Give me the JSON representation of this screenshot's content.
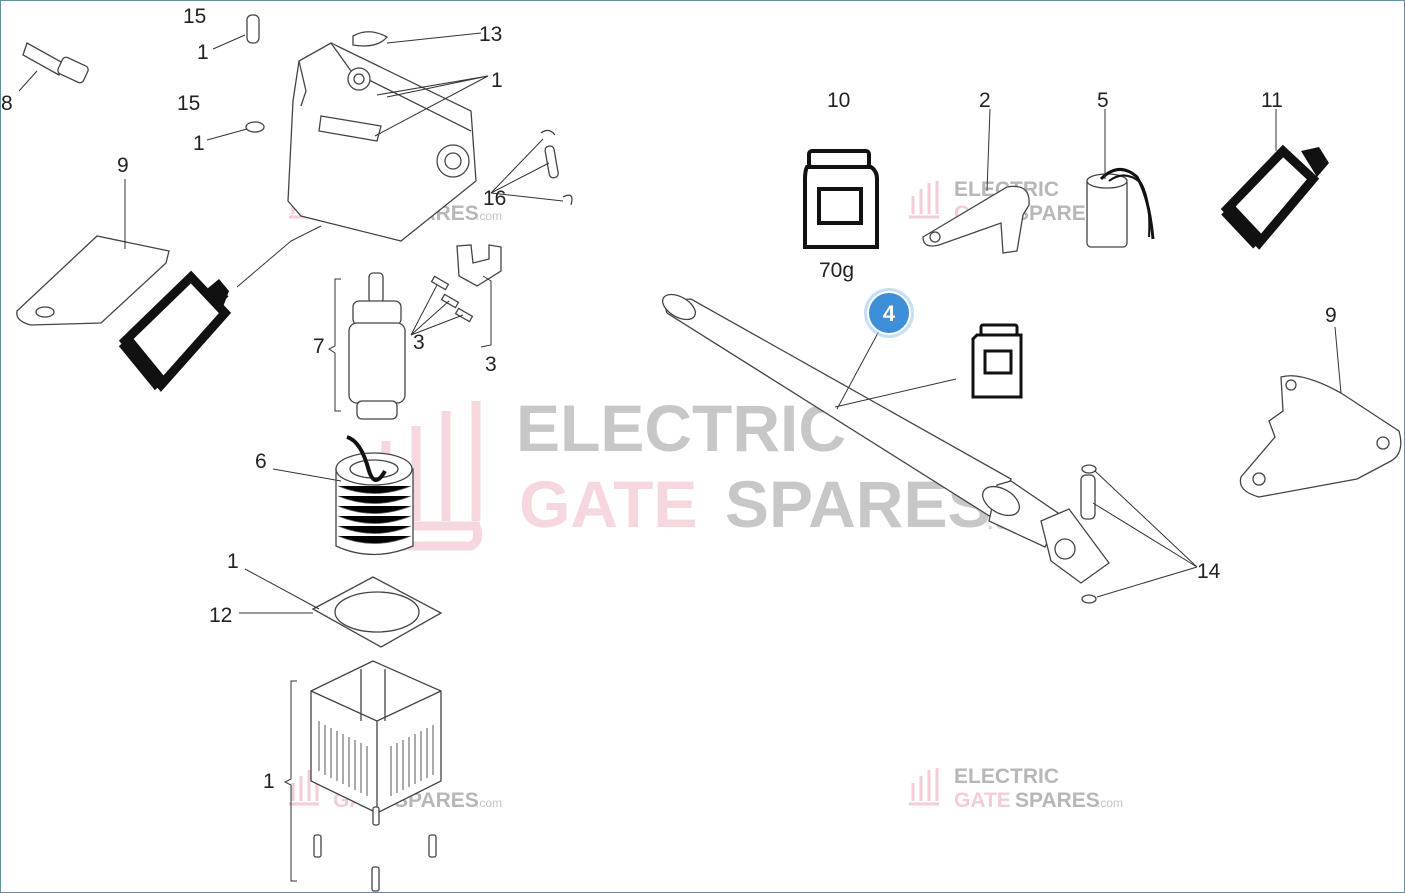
{
  "watermark": {
    "line1": "ELECTRIC",
    "line2_a": "GATE",
    "line2_b": "SPARES",
    "suffix": ".com",
    "color_gray": "#9a9a9a",
    "color_pink": "#f0b7c4"
  },
  "callouts": {
    "c15a": "15",
    "c1a": "1",
    "c13": "13",
    "c1b": "1",
    "c8": "8",
    "c15b": "15",
    "c1c": "1",
    "c9a": "9",
    "c16": "16",
    "c7": "7",
    "c3a": "3",
    "c3b": "3",
    "c10": "10",
    "c2": "2",
    "c5": "5",
    "c11": "11",
    "weight": "70g",
    "c9b": "9",
    "c6": "6",
    "c1d": "1",
    "c12": "12",
    "c14": "14",
    "c1e": "1"
  },
  "badge": {
    "value": "4",
    "color": "#3d8fd8"
  }
}
